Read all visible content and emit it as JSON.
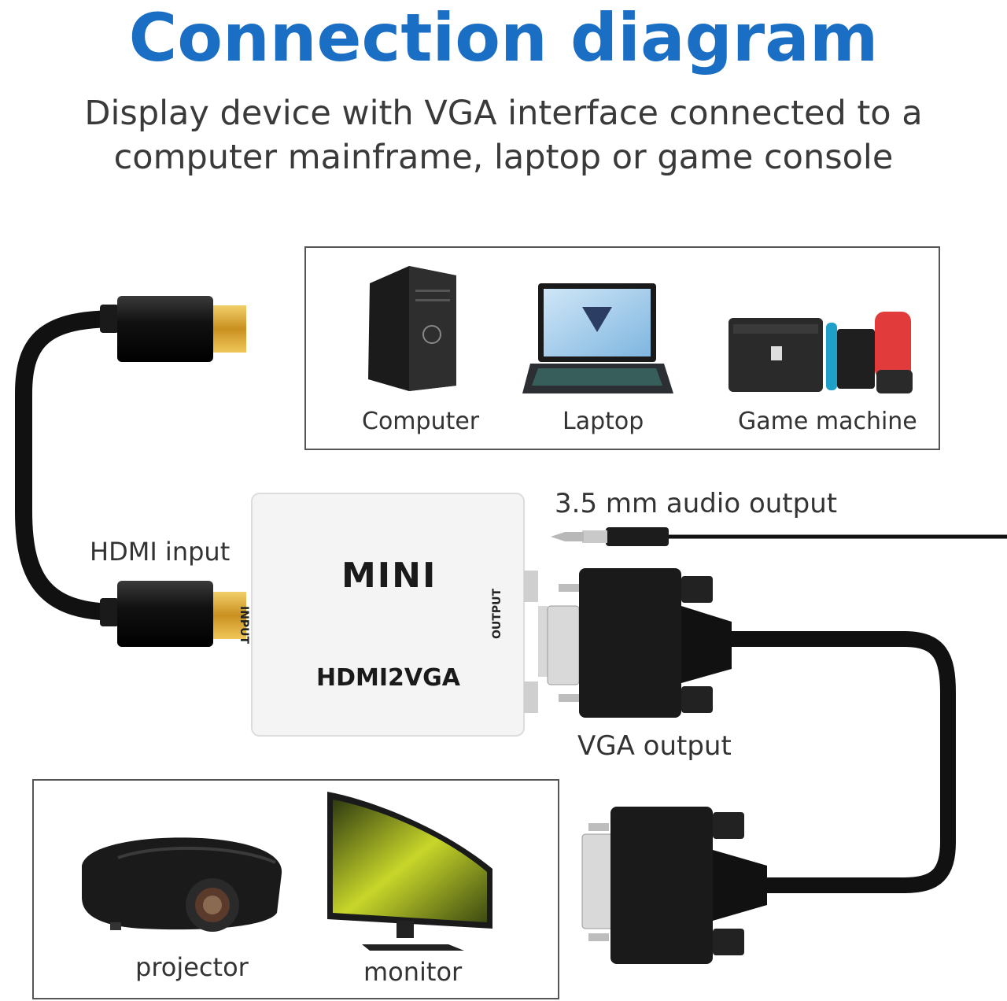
{
  "header": {
    "title": "Connection diagram",
    "subtitle_line1": "Display device with VGA interface connected to a",
    "subtitle_line2": "computer mainframe, laptop or game console"
  },
  "sources": {
    "items": [
      {
        "label": "Computer",
        "icon": "desktop-tower-icon"
      },
      {
        "label": "Laptop",
        "icon": "laptop-icon"
      },
      {
        "label": "Game machine",
        "icon": "game-console-icon"
      }
    ]
  },
  "displays": {
    "items": [
      {
        "label": "projector",
        "icon": "projector-icon"
      },
      {
        "label": "monitor",
        "icon": "monitor-icon"
      }
    ]
  },
  "adapter": {
    "brand": "MINI",
    "model": "HDMI2VGA",
    "input_port": "INPUT",
    "output_port": "OUTPUT"
  },
  "labels": {
    "hdmi_input": "HDMI input",
    "audio_output": "3.5 mm audio output",
    "vga_output": "VGA output"
  },
  "colors": {
    "title": "#1a6ec3",
    "cable": "#111111",
    "hdmi_gold": "#d9a634",
    "adapter_body": "#f3f3f3"
  }
}
